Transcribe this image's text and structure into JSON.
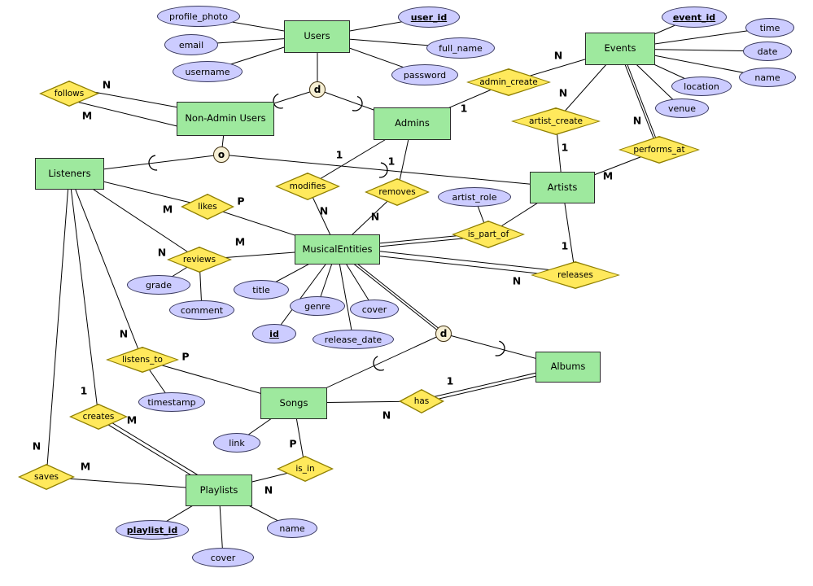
{
  "colors": {
    "background": "#ffffff",
    "entity_fill": "#9ee99e",
    "entity_border": "#2b2b2b",
    "relationship_fill": "#ffe95c",
    "relationship_border": "#8f7f00",
    "attribute_fill": "#ccccff",
    "attribute_border": "#39395e",
    "specialization_fill": "#f6efd4",
    "line": "#000000",
    "text": "#000000"
  },
  "entities": {
    "users": {
      "label": "Users"
    },
    "non_admin_users": {
      "label": "Non-Admin Users"
    },
    "admins": {
      "label": "Admins"
    },
    "events": {
      "label": "Events"
    },
    "listeners": {
      "label": "Listeners"
    },
    "artists": {
      "label": "Artists"
    },
    "musical_entities": {
      "label": "MusicalEntities"
    },
    "albums": {
      "label": "Albums"
    },
    "songs": {
      "label": "Songs"
    },
    "playlists": {
      "label": "Playlists"
    }
  },
  "relationships": {
    "follows": {
      "label": "follows",
      "between": [
        "Non-Admin Users",
        "Non-Admin Users"
      ],
      "cardinality": "N:M"
    },
    "admin_create": {
      "label": "admin_create",
      "between": [
        "Admins",
        "Events"
      ],
      "cardinality": "1:N"
    },
    "artist_create": {
      "label": "artist_create",
      "between": [
        "Artists",
        "Events"
      ],
      "cardinality": "1:N"
    },
    "performs_at": {
      "label": "performs_at",
      "between": [
        "Artists",
        "Events"
      ],
      "cardinality": "M:N"
    },
    "modifies": {
      "label": "modifies",
      "between": [
        "Admins",
        "MusicalEntities"
      ],
      "cardinality": "1:N"
    },
    "removes": {
      "label": "removes",
      "between": [
        "Admins",
        "MusicalEntities"
      ],
      "cardinality": "1:N"
    },
    "likes": {
      "label": "likes",
      "between": [
        "Listeners",
        "MusicalEntities"
      ],
      "cardinality": "M:P"
    },
    "reviews": {
      "label": "reviews",
      "between": [
        "Listeners",
        "MusicalEntities"
      ],
      "cardinality": "N:M"
    },
    "is_part_of": {
      "label": "is_part_of",
      "between": [
        "Artists",
        "MusicalEntities"
      ]
    },
    "releases": {
      "label": "releases",
      "between": [
        "Artists",
        "MusicalEntities"
      ],
      "cardinality": "1:N"
    },
    "listens_to": {
      "label": "listens_to",
      "between": [
        "Listeners",
        "Songs"
      ],
      "cardinality": "N:P"
    },
    "creates": {
      "label": "creates",
      "between": [
        "Listeners",
        "Playlists"
      ],
      "cardinality": "1:M"
    },
    "saves": {
      "label": "saves",
      "between": [
        "Listeners",
        "Playlists"
      ],
      "cardinality": "N:M"
    },
    "has": {
      "label": "has",
      "between": [
        "Albums",
        "Songs"
      ],
      "cardinality": "1:N"
    },
    "is_in": {
      "label": "is_in",
      "between": [
        "Songs",
        "Playlists"
      ],
      "cardinality": "P:N"
    }
  },
  "attributes": {
    "profile_photo": {
      "label": "profile_photo",
      "of": "Users",
      "key": false
    },
    "email": {
      "label": "email",
      "of": "Users",
      "key": false
    },
    "username": {
      "label": "username",
      "of": "Users",
      "key": false
    },
    "user_id": {
      "label": "user_id",
      "of": "Users",
      "key": true
    },
    "full_name": {
      "label": "full_name",
      "of": "Users",
      "key": false
    },
    "password": {
      "label": "password",
      "of": "Users",
      "key": false
    },
    "event_id": {
      "label": "event_id",
      "of": "Events",
      "key": true
    },
    "time": {
      "label": "time",
      "of": "Events",
      "key": false
    },
    "date": {
      "label": "date",
      "of": "Events",
      "key": false
    },
    "event_name": {
      "label": "name",
      "of": "Events",
      "key": false
    },
    "location": {
      "label": "location",
      "of": "Events",
      "key": false
    },
    "venue": {
      "label": "venue",
      "of": "Events",
      "key": false
    },
    "artist_role": {
      "label": "artist_role",
      "of": "is_part_of",
      "key": false
    },
    "grade": {
      "label": "grade",
      "of": "reviews",
      "key": false
    },
    "comment": {
      "label": "comment",
      "of": "reviews",
      "key": false
    },
    "title": {
      "label": "title",
      "of": "MusicalEntities",
      "key": false
    },
    "genre": {
      "label": "genre",
      "of": "MusicalEntities",
      "key": false
    },
    "musical_cover": {
      "label": "cover",
      "of": "MusicalEntities",
      "key": false
    },
    "id": {
      "label": "id",
      "of": "MusicalEntities",
      "key": true
    },
    "release_date": {
      "label": "release_date",
      "of": "MusicalEntities",
      "key": false
    },
    "timestamp": {
      "label": "timestamp",
      "of": "listens_to",
      "key": false
    },
    "link": {
      "label": "link",
      "of": "Songs",
      "key": false
    },
    "playlist_id": {
      "label": "playlist_id",
      "of": "Playlists",
      "key": true
    },
    "playlist_cover": {
      "label": "cover",
      "of": "Playlists",
      "key": false
    },
    "playlist_name": {
      "label": "name",
      "of": "Playlists",
      "key": false
    }
  },
  "specializations": {
    "users_subtypes": {
      "symbol": "d",
      "super": "Users",
      "subs": [
        "Non-Admin Users",
        "Admins"
      ]
    },
    "non_admin_subtypes": {
      "symbol": "o",
      "super": "Non-Admin Users",
      "subs": [
        "Listeners",
        "Artists"
      ]
    },
    "musical_subtypes": {
      "symbol": "d",
      "super": "MusicalEntities",
      "subs": [
        "Songs",
        "Albums"
      ]
    }
  },
  "cardinalities": {
    "follows_n": "N",
    "follows_m": "M",
    "admin_create_1": "1",
    "admin_create_n": "N",
    "artist_create_n": "N",
    "artist_create_1": "1",
    "performs_at_n": "N",
    "performs_at_m": "M",
    "modifies_1": "1",
    "modifies_n": "N",
    "removes_1": "1",
    "removes_n": "N",
    "likes_m": "M",
    "likes_p": "P",
    "reviews_n": "N",
    "reviews_m": "M",
    "releases_1": "1",
    "releases_n": "N",
    "listens_to_n": "N",
    "listens_to_p": "P",
    "creates_1": "1",
    "creates_m": "M",
    "saves_n": "N",
    "saves_m": "M",
    "has_1": "1",
    "has_n": "N",
    "is_in_p": "P",
    "is_in_n": "N"
  }
}
